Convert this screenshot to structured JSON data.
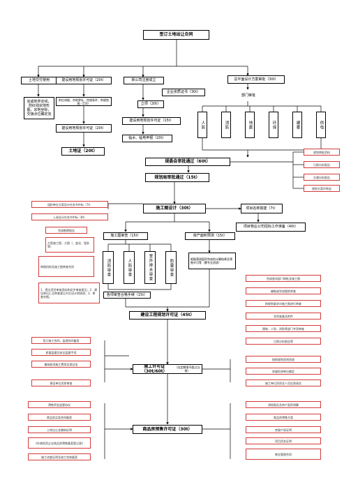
{
  "title": "签订土地出让合同",
  "top_row": {
    "land_delivery": "土地交付使用",
    "land_delivery_note": "完成地界定线，附红线宗地形图，宗地坐标，交接点位确定完",
    "plan1": "建设用地规划许可证（20t）",
    "plan1_note": "附红线图、宗地界址、控规条件、附规划图（15t）",
    "plan2": "建设用地规划许可证（20t）",
    "land_cert": "土地证（20t）",
    "company": "新公司注册成立",
    "enterprise_cert": "企业资质证书（30t）",
    "project_setup": "立项（20t）",
    "plan3": "建设用地规划许可证（15t）",
    "temp_power": "临水、临电申报（20t）",
    "master_plan": "总平面设计方案审批（30t）",
    "dept_review": "部门审批",
    "depts": [
      "人防",
      "消防",
      "地震",
      "环保",
      "建委",
      "供电"
    ]
  },
  "approvals": {
    "planning_committee": "规委会审批通过（60t）",
    "planning_bureau": "规划局审批通过（15t）",
    "right_notes": [
      "规划审批资料",
      "日照分析报告",
      "交通分析报告",
      "规划方案评审会"
    ]
  },
  "design": {
    "construction_drawing": "施工图设计（30t）",
    "notes_left": [
      "组织单位方案设计任务书中标（7t）",
      "入选设计任务书中标（8t）"
    ],
    "bidding": "项目名称报建（7t）",
    "tender": "项目物业公司招标工作准备（40t）"
  },
  "review": {
    "doc_note": "完成勘察报告",
    "review_note": "方案施工图、大图（、变化、强条等）",
    "review_note2": "审图机构及施工图审查合同",
    "drawing_review": "施工图审查（15t）",
    "checks": [
      "消防审查",
      "人防审查",
      "室外排水审查",
      "防雷审查"
    ],
    "left_list": "1．提交项目审查资料和初步审查意见；2．建设单位汇总审查意见书交设计院修改；3．审查合格。",
    "qualified": "各项审查合格手续（15t）",
    "pre_sale": "房产面积预测（15t）",
    "pre_sale_note": "根据预测面积完成的计算结果及预售许可等（需专业资质）",
    "right_list": [
      "完成各项部门审批及施工图",
      "编制或完成图纸审查",
      "按规划要求对施工图进行审查",
      "合同准备及附件",
      "建筑、人防、消防等部门专项审查",
      "日照分析报告等"
    ]
  },
  "license": {
    "planning_permit": "建设工程规划许可证（45t）",
    "construction_permit": "施工许可证（30t/60t）",
    "construction_permit_note": "（法定期限不超过当地）",
    "pre_sale_permit": "商品房预售许可证（30t）",
    "left_a": [
      "签订施工合同，监理合同备案",
      "质量监督及安全监督手续",
      "缴纳各项施工费用及保证金",
      "建设单位资质审查"
    ],
    "right_a": [
      "按照规划验线验收",
      "质量检测单位确定",
      "施工单位资质及人员信息核实"
    ],
    "left_b": [
      "预售资金监管协议",
      "商品房买卖合同备案",
      "土地出让金缴纳证明",
      "《外商投资企业商品房预售备案登记表》",
      "施工进度证明及竣工验收备案"
    ],
    "right_b": [
      "测绘报告及房产面积测算",
      "商品房预售方案",
      "房屋产权证明",
      "项目资金证明",
      "物业管理合同"
    ]
  }
}
